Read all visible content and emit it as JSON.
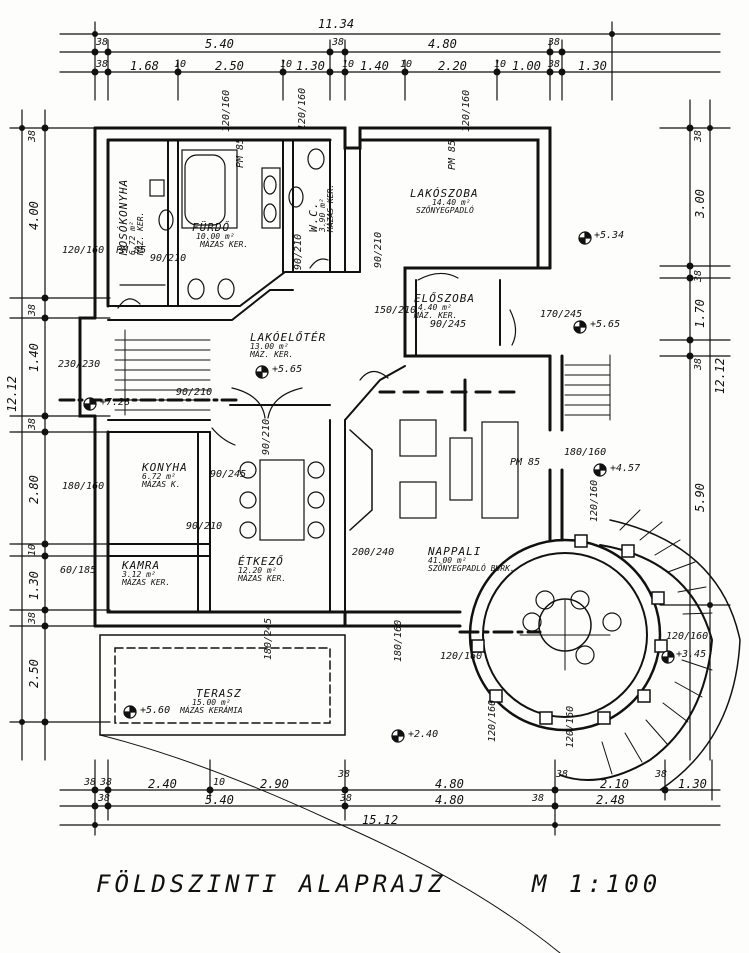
{
  "title": "FÖLDSZINTI ALAPRAJZ",
  "scale": "M 1:100",
  "dims_top": {
    "total": "11.34",
    "row2": [
      "38",
      "5.40",
      "38",
      "4.80",
      "38"
    ],
    "row3": [
      "38",
      "1.68",
      "10",
      "2.50",
      "10",
      "1.30",
      "10",
      "1.40",
      "10",
      "2.20",
      "10",
      "1.00",
      "38",
      "1.30"
    ]
  },
  "dims_bottom": {
    "row1": [
      "38",
      "38",
      "2.40",
      "10",
      "2.90",
      "38",
      "4.80",
      "38",
      "2.10",
      "38",
      "1.30"
    ],
    "row2": [
      "38",
      "5.40",
      "38",
      "4.80",
      "38",
      "2.48"
    ],
    "total": "15.12"
  },
  "dims_left": [
    "38",
    "4.00",
    "38",
    "1.40",
    "12.12",
    "38",
    "2.80",
    "10",
    "1.30",
    "38",
    "2.50"
  ],
  "dims_right": [
    "38",
    "3.00",
    "38",
    "1.70",
    "38",
    "12.12",
    "5.90"
  ],
  "rooms": {
    "lakoszoba": {
      "name": "LAKÓSZOBA",
      "area": "14.40 m²",
      "floor": "SZŐNYEGPADLÓ"
    },
    "furdo": {
      "name": "FÜRDŐ",
      "area": "10.00 m²",
      "floor": "MÁZAS KER."
    },
    "wc": {
      "name": "W.C.",
      "area": "3.90 m²",
      "floor": "MÁZAS KER."
    },
    "mosokonyha": {
      "name": "MOSÓKONYHA",
      "area": "6.72 m²",
      "floor": "MÁZ. KER."
    },
    "eloszoba": {
      "name": "ELŐSZOBA",
      "area": "4.40 m²",
      "floor": "MÁZ. KER."
    },
    "lakoeloter": {
      "name": "LAKÓELŐTÉR",
      "area": "13.00 m²",
      "floor": "MÁZ. KER."
    },
    "konyha": {
      "name": "KONYHA",
      "area": "6.72 m²",
      "floor": "MÁZAS K."
    },
    "kamra": {
      "name": "KAMRA",
      "area": "3.12 m²",
      "floor": "MÁZAS KER."
    },
    "etkezo": {
      "name": "ÉTKEZŐ",
      "area": "12.20 m²",
      "floor": "MÁZAS KER."
    },
    "nappali": {
      "name": "NAPPALI",
      "area": "41.00 m²",
      "floor": "SZŐNYEGPADLÓ BURK."
    },
    "terasz": {
      "name": "TERASZ",
      "area": "15.00 m²",
      "floor": "MÁZAS KERÁMIA"
    }
  },
  "levels": [
    "+5.34",
    "+5.65",
    "+5.65",
    "+7.28",
    "+4.57",
    "+5.60",
    "+2.40",
    "+3.45"
  ],
  "openings": {
    "o120_160": "120/160",
    "pm85": "PM 85",
    "o90_210": "90/210",
    "o150_210": "150/210",
    "o90_245": "90/245",
    "o170_245": "170/245",
    "o180_160": "180/160",
    "o60_160": "60/185",
    "o200_240": "200/240",
    "o180_245": "180/245",
    "o230_230": "230/230"
  }
}
